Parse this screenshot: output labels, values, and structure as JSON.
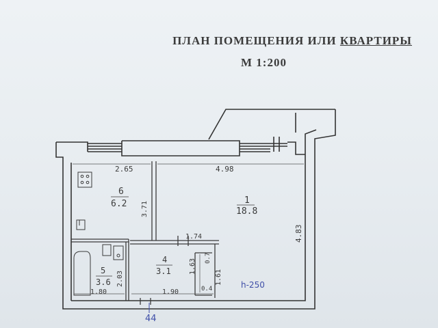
{
  "title": {
    "prefix": "ПЛАН ПОМЕЩЕНИЯ ИЛИ ",
    "underlined": "КВАРТИРЫ",
    "scale": "М 1:200"
  },
  "rooms": [
    {
      "number": "1",
      "area": "18.8"
    },
    {
      "number": "6",
      "area": "6.2"
    },
    {
      "number": "4",
      "area": "3.1"
    },
    {
      "number": "5",
      "area": "3.6"
    }
  ],
  "dimensions": {
    "kitchen_width": "2.65",
    "living_width": "4.98",
    "kitchen_depth": "3.71",
    "living_depth": "4.83",
    "hall_width": "1.74",
    "hall_height": "1.63",
    "bath_height": "2.03",
    "bath_width": "1.80",
    "hall_bottom_width": "1.90",
    "closet_height": "1.61",
    "closet_top": "0.7",
    "closet_bottom": "0.4"
  },
  "annotations": {
    "ceiling_height": "h-250",
    "number_below": "44"
  }
}
